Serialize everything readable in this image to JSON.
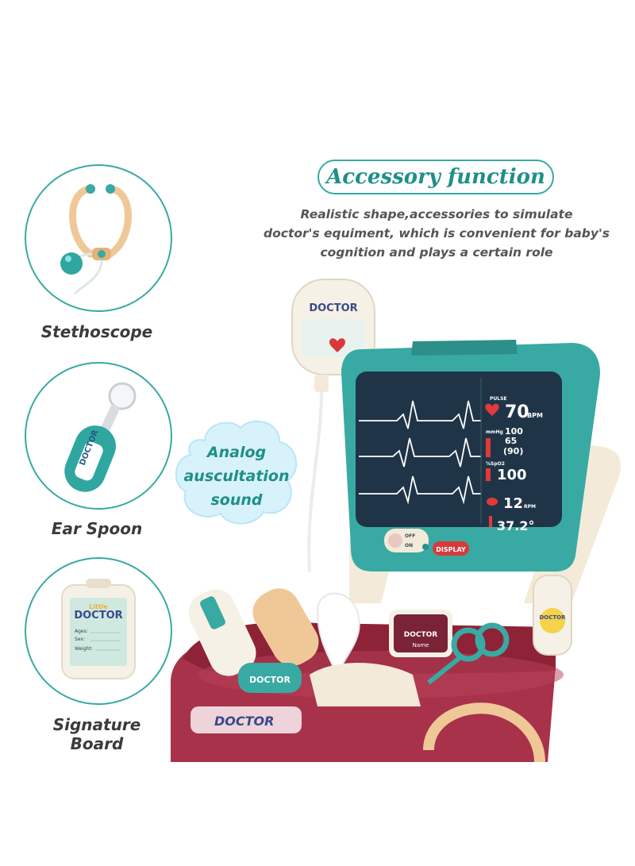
{
  "header": {
    "title": "Accessory function",
    "description_lines": [
      "Realistic shape,accessories to simulate",
      "doctor's equiment,  which is convenient for baby's",
      "cognition and plays a certain role"
    ]
  },
  "accessories": [
    {
      "label": "Stethoscope",
      "icon": "stethoscope-icon"
    },
    {
      "label": "Ear Spoon",
      "icon": "ear-spoon-icon"
    },
    {
      "label": "Signature Board",
      "icon": "signature-board-icon"
    }
  ],
  "bubble": {
    "lines": [
      "Analog",
      "auscultation",
      "sound"
    ]
  },
  "monitor": {
    "pulse_label": "PULSE",
    "pulse_value": "70",
    "pulse_unit": "BPM",
    "bp_unit": "mmHg",
    "bp_values": [
      "100",
      "65",
      "(90)"
    ],
    "spo2_label": "%SpO2",
    "spo2_value": "100",
    "resp_value": "12",
    "resp_unit": "RPM",
    "temp_value": "37.2°",
    "switch_off": "OFF",
    "switch_on": "ON",
    "display_button": "DISPLAY"
  },
  "branding": {
    "brand_small": "Little",
    "brand_big": "DOCTOR",
    "board_fields": [
      "Ages:",
      "Sex:",
      "Weight:"
    ],
    "badge_text": "Name"
  },
  "colors": {
    "teal": "#39a9a3",
    "teal_dark": "#1f8f89",
    "maroon": "#a8324a",
    "cream": "#f3ead9",
    "screen": "#1f3547"
  }
}
